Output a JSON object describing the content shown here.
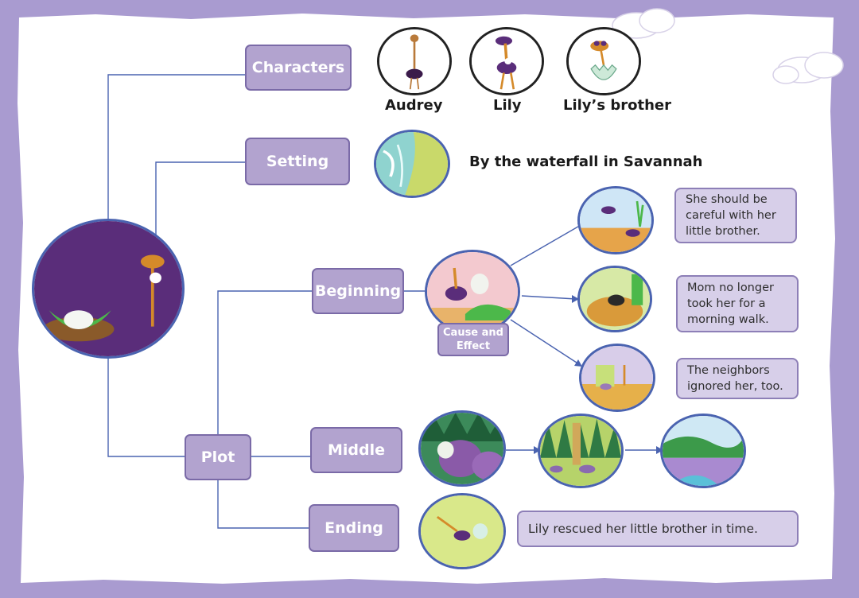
{
  "story_map": {
    "characters": {
      "label": "Characters",
      "names": [
        "Audrey",
        "Lily",
        "Lily’s brother"
      ]
    },
    "setting": {
      "label": "Setting",
      "description": "By the waterfall in Savannah"
    },
    "plot": {
      "label": "Plot",
      "beginning": {
        "label": "Beginning",
        "tag": "Cause and Effect",
        "effects": [
          "She should be careful with her little brother.",
          "Mom no longer took her for a morning walk.",
          "The neighbors ignored her, too."
        ]
      },
      "middle": {
        "label": "Middle"
      },
      "ending": {
        "label": "Ending",
        "description": "Lily rescued her little brother in time."
      }
    }
  },
  "colors": {
    "frame": "#a99bd0",
    "node_fill": "#b2a3cf",
    "note_fill": "#d7cfe9",
    "line": "#4a63b0"
  }
}
